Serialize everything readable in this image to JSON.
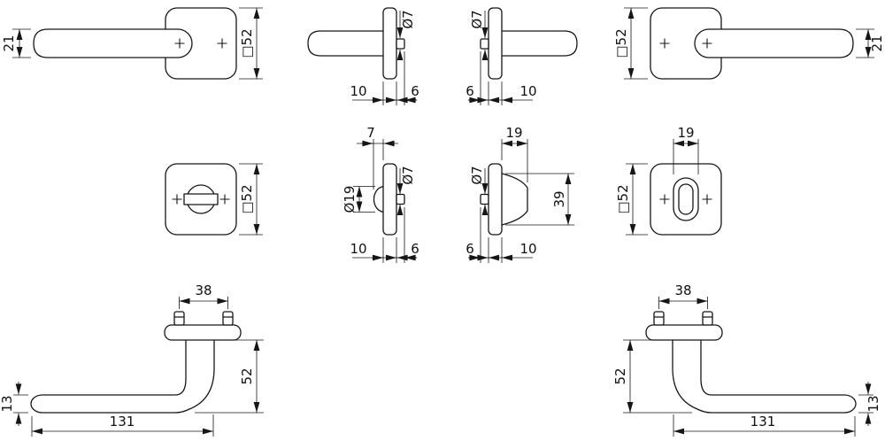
{
  "views": {
    "v1": {
      "dim_grip": "21",
      "dim_rosette": "□52"
    },
    "v2": {
      "dim_spindle": "Ø7",
      "dim_plate": "10",
      "dim_stub": "6"
    },
    "v3": {
      "dim_spindle": "Ø7",
      "dim_stub": "6",
      "dim_plate": "10"
    },
    "v4": {
      "dim_rosette": "□52",
      "dim_grip": "21"
    },
    "v5": {
      "dim_rosette": "□52"
    },
    "v6": {
      "dim_knob_proj": "7",
      "dim_knob_dia": "Ø19",
      "dim_spindle": "Ø7",
      "dim_plate": "10",
      "dim_stub": "6"
    },
    "v7": {
      "dim_spindle": "Ø7",
      "dim_turn_proj": "19",
      "dim_turn_len": "39",
      "dim_stub": "6",
      "dim_plate": "10"
    },
    "v8": {
      "dim_turn_width": "19",
      "dim_rosette": "□52"
    },
    "v9": {
      "dim_screw_dist": "38",
      "dim_grip_thick": "13",
      "dim_height": "52",
      "dim_length": "131"
    },
    "v10": {
      "dim_screw_dist": "38",
      "dim_height": "52",
      "dim_grip_thick": "13",
      "dim_length": "131"
    }
  }
}
